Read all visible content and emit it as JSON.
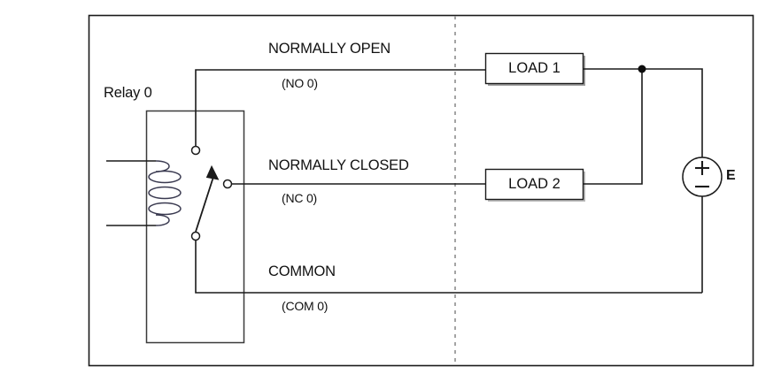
{
  "diagram": {
    "title_label": "Relay 0",
    "outer_frame": {
      "stroke": "#1a1a1a"
    },
    "divider": {
      "name": "dashed-divider",
      "stroke": "#9a9a9a"
    },
    "contacts": [
      {
        "id": "no",
        "main": "NORMALLY OPEN",
        "sub": "(NO 0)"
      },
      {
        "id": "nc",
        "main": "NORMALLY CLOSED",
        "sub": "(NC 0)"
      },
      {
        "id": "com",
        "main": "COMMON",
        "sub": "(COM 0)"
      }
    ],
    "loads": [
      {
        "id": "load1",
        "label": "LOAD 1"
      },
      {
        "id": "load2",
        "label": "LOAD 2"
      }
    ],
    "source": {
      "label": "E",
      "plus": "+",
      "minus": "—"
    },
    "colors": {
      "wire": "#1a1a1a",
      "coil": "#3a3a50",
      "box_border": "#1a1a1a",
      "shadow": "#8c8c8c",
      "dashed": "#9a9a9a",
      "text": "#111111"
    }
  }
}
